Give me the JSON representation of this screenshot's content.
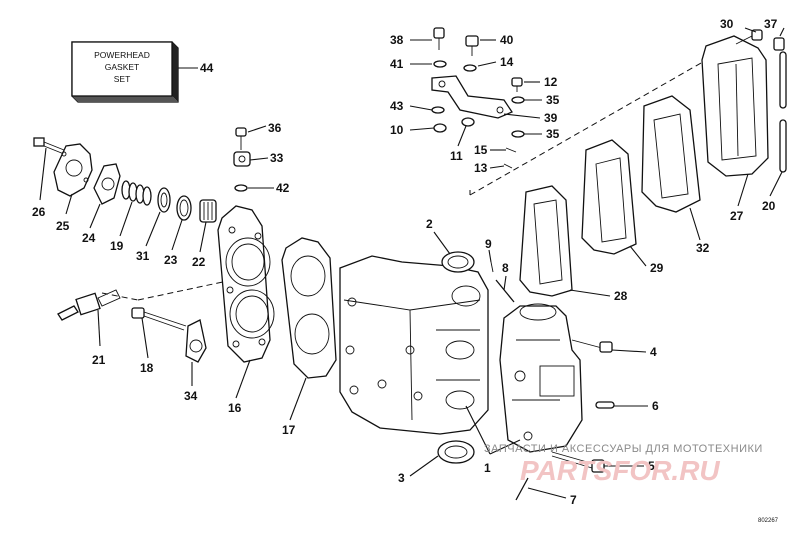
{
  "diagram": {
    "gasket_set_label": [
      "POWERHEAD",
      "GASKET",
      "SET"
    ],
    "callouts": {
      "c1": "1",
      "c2": "2",
      "c3": "3",
      "c4": "4",
      "c5": "5",
      "c6": "6",
      "c7": "7",
      "c8": "8",
      "c9": "9",
      "c10": "10",
      "c11": "11",
      "c12": "12",
      "c13": "13",
      "c14": "14",
      "c15": "15",
      "c16": "16",
      "c17": "17",
      "c18": "18",
      "c19": "19",
      "c20": "20",
      "c21": "21",
      "c22": "22",
      "c23": "23",
      "c24": "24",
      "c25": "25",
      "c26": "26",
      "c27": "27",
      "c28": "28",
      "c29": "29",
      "c30": "30",
      "c31": "31",
      "c32": "32",
      "c33": "33",
      "c34": "34",
      "c35a": "35",
      "c35b": "35",
      "c36": "36",
      "c37": "37",
      "c38": "38",
      "c39": "39",
      "c40": "40",
      "c41": "41",
      "c42": "42",
      "c43": "43",
      "c44": "44"
    },
    "doc_number": "802267"
  },
  "watermark": {
    "tagline": "ЗАПЧАСТИ И АКСЕССУАРЫ ДЛЯ МОТОТЕХНИКИ",
    "logo": "PARTSFOR.RU"
  }
}
